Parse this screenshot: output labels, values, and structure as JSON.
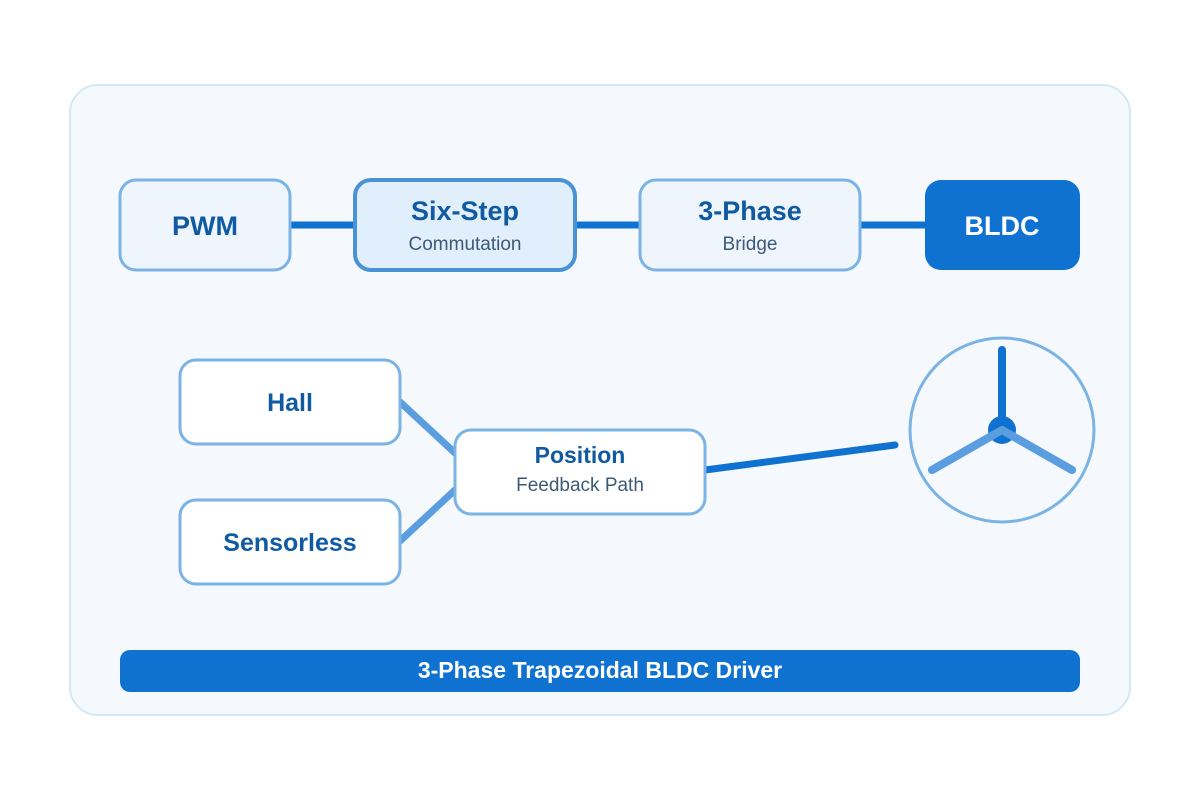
{
  "pipeline": {
    "pwm": {
      "title": "PWM"
    },
    "six_step": {
      "title": "Six-Step",
      "subtitle": "Commutation"
    },
    "three_phase": {
      "title": "3-Phase",
      "subtitle": "Bridge"
    },
    "bldc": {
      "title": "BLDC"
    }
  },
  "feedback": {
    "hall": {
      "title": "Hall"
    },
    "sensorless": {
      "title": "Sensorless"
    },
    "position": {
      "title": "Position",
      "subtitle": "Feedback Path"
    }
  },
  "banner": {
    "label": "3-Phase Trapezoidal BLDC Driver"
  },
  "colors": {
    "panel_fill": "#f5f9fe",
    "panel_border": "#d6e7f7",
    "box_fill_light": "#eef5fd",
    "box_fill_active": "#e1eefc",
    "box_fill_white": "#ffffff",
    "box_border": "#7ab3e4",
    "box_border_active": "#4a92d6",
    "accent_dark": "#0f72d1",
    "accent_mid": "#5a9ee0",
    "title_text": "#0f5aa0",
    "subtitle_text": "#3c5a78",
    "white": "#ffffff"
  }
}
